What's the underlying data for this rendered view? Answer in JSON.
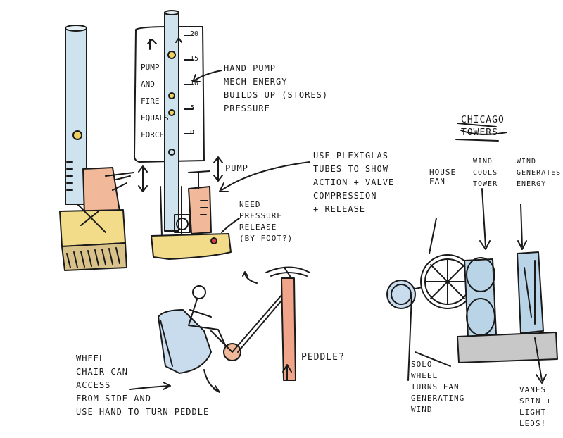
{
  "labels": {
    "hand_pump": "HAND PUMP\nMECH ENERGY\nBUILDS UP (STORES)\nPRESSURE",
    "pump": "PUMP",
    "plexiglas": "USE PLEXIGLAS\nTUBES TO SHOW\nACTION + VALVE\nCOMPRESSION\n+ RELEASE",
    "need_pressure": "NEED\nPRESSURE\nRELEASE\n(BY FOOT?)",
    "chicago_towers": "CHICAGO\nTOWERS",
    "house_fan": "HOUSE\nFAN",
    "wind_cools": "WIND\nCOOLS\nTOWER",
    "wind_generates": "WIND\nGENERATES\nENERGY",
    "pedals": "PEDDLE?",
    "wheelchair": "WHEEL\nCHAIR CAN\nACCESS\nFROM SIDE AND\nUSE HAND TO TURN PEDDLE",
    "solo_wheel": "SOLO\nWHEEL\nTURNS FAN\nGENERATING\nWIND",
    "vanes_spin": "VANES\nSPIN +\nLIGHT\nLEDS!"
  },
  "sign": {
    "text": "PUMP\nAND\nFIRE\nEQUALS\nFORCE",
    "ticks": [
      "20",
      "15",
      "10",
      "5",
      "0"
    ]
  },
  "colors": {
    "ink": "#1a1a1a",
    "tube_blue": "#a9cfe0",
    "base_yellow": "#f2dc8a",
    "pump_peach": "#f2b89a",
    "pole_salmon": "#f0a58a",
    "tower_blue": "#b8d4e6",
    "base_gray": "#c8c8c8",
    "ball_yellow": "#f0d060"
  }
}
